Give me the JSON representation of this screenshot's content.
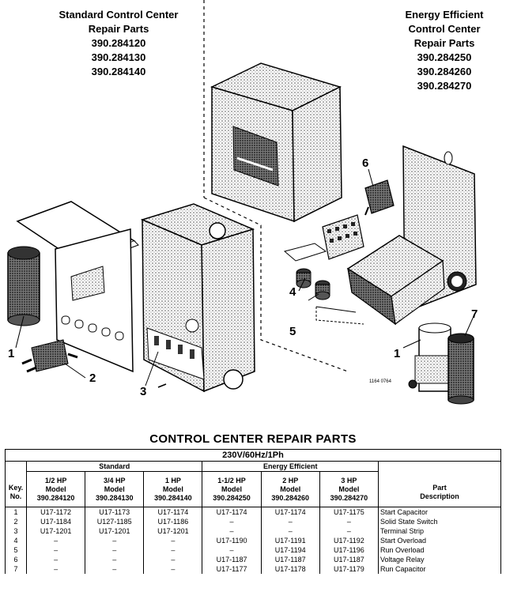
{
  "header_left": {
    "line1": "Standard Control Center",
    "line2": "Repair Parts",
    "models": [
      "390.284120",
      "390.284130",
      "390.284140"
    ]
  },
  "header_right": {
    "line1": "Energy Efficient",
    "line2": "Control Center",
    "line3": "Repair Parts",
    "models": [
      "390.284250",
      "390.284260",
      "390.284270"
    ]
  },
  "callouts": [
    "1",
    "2",
    "3",
    "4",
    "5",
    "6",
    "1",
    "7"
  ],
  "drawing_code": "1164 0764",
  "table": {
    "title": "CONTROL CENTER REPAIR PARTS",
    "power": "230V/60Hz/1Ph",
    "group_standard": "Standard",
    "group_energy": "Energy Efficient",
    "key_label_1": "Key.",
    "key_label_2": "No.",
    "columns": [
      {
        "hp": "1/2 HP",
        "model_label": "Model",
        "model": "390.284120"
      },
      {
        "hp": "3/4 HP",
        "model_label": "Model",
        "model": "390.284130"
      },
      {
        "hp": "1 HP",
        "model_label": "Model",
        "model": "390.284140"
      },
      {
        "hp": "1-1/2 HP",
        "model_label": "Model",
        "model": "390.284250"
      },
      {
        "hp": "2 HP",
        "model_label": "Model",
        "model": "390.284260"
      },
      {
        "hp": "3 HP",
        "model_label": "Model",
        "model": "390.284270"
      }
    ],
    "desc_label_1": "Part",
    "desc_label_2": "Description",
    "rows": [
      {
        "key": "1",
        "parts": [
          "U17-1172",
          "U17-1173",
          "U17-1174",
          "U17-1174",
          "U17-1174",
          "U17-1175"
        ],
        "desc": "Start Capacitor"
      },
      {
        "key": "2",
        "parts": [
          "U17-1184",
          "U127-1185",
          "U17-1186",
          "–",
          "–",
          "–"
        ],
        "desc": "Solid State Switch"
      },
      {
        "key": "3",
        "parts": [
          "U17-1201",
          "U17-1201",
          "U17-1201",
          "–",
          "–",
          "–"
        ],
        "desc": "Terminal Strip"
      },
      {
        "key": "4",
        "parts": [
          "–",
          "–",
          "–",
          "U17-1190",
          "U17-1191",
          "U17-1192"
        ],
        "desc": "Start Overload"
      },
      {
        "key": "5",
        "parts": [
          "–",
          "–",
          "–",
          "–",
          "U17-1194",
          "U17-1196"
        ],
        "desc": "Run Overload"
      },
      {
        "key": "6",
        "parts": [
          "–",
          "–",
          "–",
          "U17-1187",
          "U17-1187",
          "U17-1187"
        ],
        "desc": "Voltage Relay"
      },
      {
        "key": "7",
        "parts": [
          "–",
          "–",
          "–",
          "U17-1177",
          "U17-1178",
          "U17-1179"
        ],
        "desc": "Run Capacitor"
      }
    ]
  }
}
